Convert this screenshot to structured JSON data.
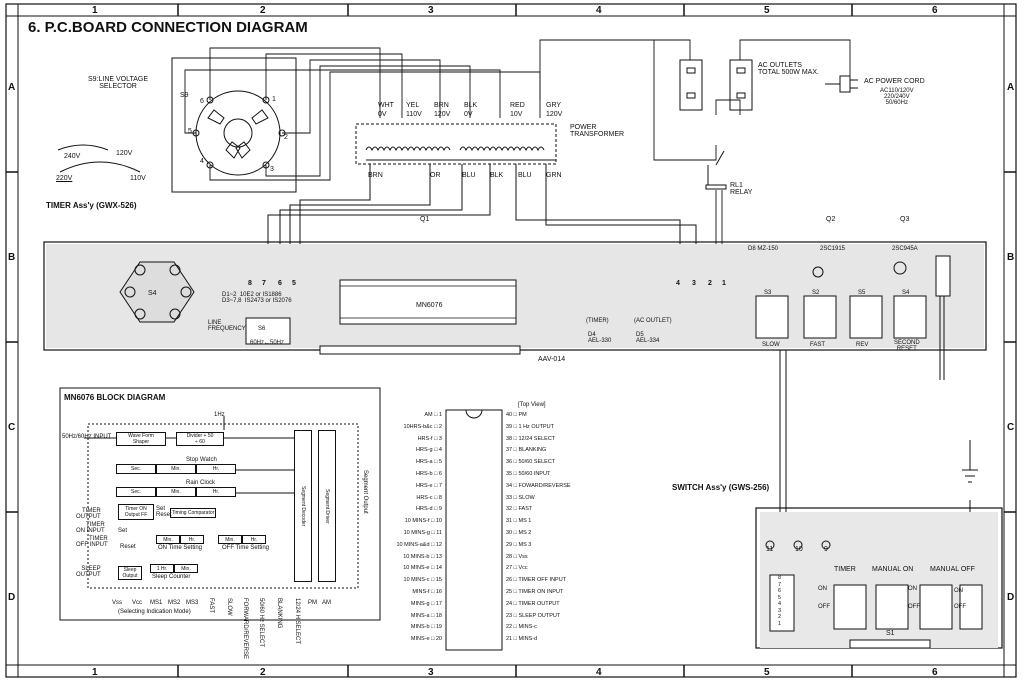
{
  "title": "6. P.C.BOARD  CONNECTION  DIAGRAM",
  "columns": [
    "1",
    "2",
    "3",
    "4",
    "5",
    "6"
  ],
  "rows": [
    "A",
    "B",
    "C",
    "D"
  ],
  "selector": {
    "label": "S9:LINE VOLTAGE\nSELECTOR",
    "s9": "S9",
    "v240": "240V",
    "v120": "120V",
    "v220": "220V",
    "v110": "110V",
    "pins": [
      "1",
      "2",
      "3",
      "4",
      "5",
      "6"
    ]
  },
  "transformer": {
    "label": "POWER\nTRANSFORMER",
    "taps": [
      {
        "color": "WHT",
        "volt": "0V"
      },
      {
        "color": "YEL",
        "volt": "110V"
      },
      {
        "color": "BRN",
        "volt": "120V"
      },
      {
        "color": "BLK",
        "volt": "0V"
      },
      {
        "color": "RED",
        "volt": "10V"
      },
      {
        "color": "GRY",
        "volt": "120V"
      }
    ],
    "secondary": [
      "BRN",
      "OR",
      "BLU",
      "BLK",
      "BLU",
      "GRN"
    ]
  },
  "ac": {
    "outlets": "AC OUTLETS\nTOTAL 500W MAX.",
    "cord": "AC POWER CORD",
    "cord_spec": "AC110/120V\n220/240V\n50/60Hz",
    "relay": "RL1\nRELAY"
  },
  "timer": {
    "label": "TIMER Ass'y (GWX-526)",
    "q1": "Q1",
    "q2": "Q2",
    "q3": "Q3",
    "ic": "MN6076",
    "board": "AAV-014",
    "line_freq": "LINE\nFREQUENCY",
    "freq": "60Hz←50Hz",
    "s4": "S4",
    "s6": "S6",
    "diodes": "D1~2  10E2 or IS1886\nD3~7,8  IS2473 or IS2076",
    "d8": "D8 MZ-150",
    "q2type": "2SC1915",
    "q3type": "2SC945A",
    "connector_left": [
      "8",
      "7",
      "6",
      "5"
    ],
    "connector_right": [
      "4",
      "3",
      "2",
      "1"
    ],
    "d4": "D4\nAEL-330",
    "d5": "D5\nAEL-334",
    "timer_led": "(TIMER)",
    "ac_led": "(AC OUTLET)",
    "buttons": [
      {
        "id": "S3",
        "label": "SLOW"
      },
      {
        "id": "S2",
        "label": "FAST"
      },
      {
        "id": "S5",
        "label": "REV"
      },
      {
        "id": "S4",
        "label": "SECOND\nRESET"
      }
    ]
  },
  "block": {
    "title": "MN6076 BLOCK DIAGRAM",
    "inputs": [
      "50Hz/60Hz INPUT",
      "TIMER\nOUTPUT",
      "TIMER\nON INPUT",
      "TIMER\nOFF INPUT",
      "SLEEP\nOUTPUT"
    ],
    "blocks": [
      "Wave Form\nShaper",
      "Divider + 50\n÷ 60",
      "Stop Watch",
      "Sec.",
      "Min.",
      "Hr.",
      "Rain Clock",
      "Sec.",
      "Min.",
      "Hr.",
      "Timer ON\nOutput FF",
      "Set",
      "Reset",
      "Timing Comparator",
      "Set\nReset",
      "ON Time Setting",
      "OFF Time Setting",
      "Min.",
      "Hr.",
      "Min.",
      "Hr.",
      "Sleep\nOutput",
      "Sleep Counter",
      "1 Hr.",
      "Min.",
      "Segment Decoder",
      "Segment Driver",
      "Segment Output"
    ],
    "hz": "1Hz",
    "bottom": [
      "Vss",
      "Vcc",
      "MS1",
      "MS2",
      "MS3",
      "FAST",
      "SLOW",
      "FORWARD/REVERSE",
      "50/60 Hz SELECT",
      "BLANKING",
      "12/24 H SELECT",
      "PM",
      "AM"
    ],
    "bottom_note": "(Selecting Indication Mode)"
  },
  "pinout": {
    "view": "[Top View]",
    "left": [
      "AM",
      "10HRS-b&c",
      "HRS-f",
      "HRS-g",
      "HRS-a",
      "HRS-b",
      "HRS-e",
      "HRS-c",
      "HRS-d",
      "10 MINS-f",
      "10 MINS-g",
      "10 MINS-a&d",
      "10 MINS-b",
      "10 MINS-e",
      "10 MINS-c",
      "MINS-f",
      "MINS-g",
      "MINS-a",
      "MINS-b",
      "MINS-e"
    ],
    "right": [
      "PM",
      "1 Hz OUTPUT",
      "12/24 SELECT",
      "BLANKING",
      "50/60 SELECT",
      "50/60 INPUT",
      "FOWARD/REVERSE",
      "SLOW",
      "FAST",
      "MS 1",
      "MS 2",
      "MS 3",
      "Vss",
      "Vcc",
      "TIMER OFF INPUT",
      "TIMER ON INPUT",
      "TIMER OUTPUT",
      "SLEEP OUTPUT",
      "MINS-c",
      "MINS-d"
    ]
  },
  "switch_assy": {
    "label": "SWITCH Ass'y (GWS-256)",
    "pads": [
      "11",
      "10",
      "9"
    ],
    "timer": "TIMER",
    "manual_on": "MANUAL ON",
    "manual_off": "MANUAL OFF",
    "on": "ON",
    "off": "OFF",
    "s1": "S1",
    "conn": [
      "8",
      "7",
      "6",
      "5",
      "4",
      "3",
      "2",
      "1"
    ]
  }
}
